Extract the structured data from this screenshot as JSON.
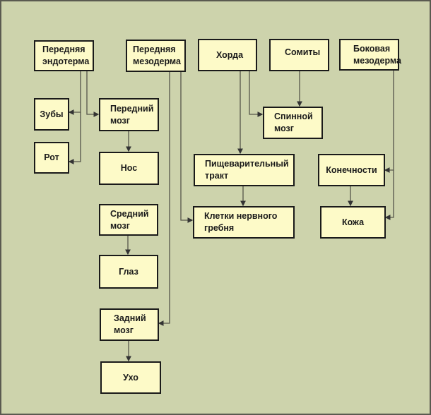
{
  "nodes": {
    "ant_endoderm": "Передняя\nэндотерма",
    "ant_mesoderm": "Передняя\nмезодерма",
    "notochord": "Хорда",
    "somites": "Сомиты",
    "lat_mesoderm": "Боковая\nмезодерма",
    "teeth": "Зубы",
    "forebrain": "Передний\nмозг",
    "mouth": "Рот",
    "nose": "Нос",
    "spinal_cord": "Спинной\nмозг",
    "digestive_tract": "Пищеварительный\nтракт",
    "limbs": "Конечности",
    "midbrain": "Средний\nмозг",
    "neural_crest": "Клетки нервного\nгребня",
    "skin": "Кожа",
    "eye": "Глаз",
    "hindbrain": "Задний\nмозг",
    "ear": "Ухо"
  },
  "colors": {
    "background": "#cdd3ac",
    "box": "#fdfac8",
    "line": "#55554a"
  }
}
